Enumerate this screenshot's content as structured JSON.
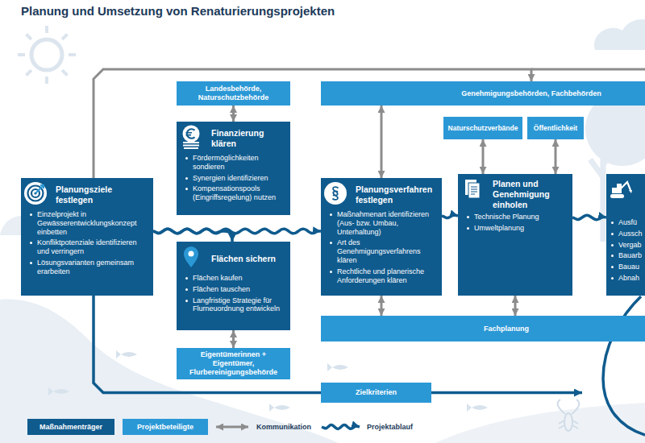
{
  "diagram": {
    "title": "Planung und Umsetzung von Renaturierungsprojekten",
    "nodes": [
      {
        "text": [
          "Landesbehörde, Naturschutzbehörde"
        ]
      },
      {
        "text": [
          "Genehmigungsbehörden, Fachbehörden"
        ]
      },
      {
        "text": [
          "Naturschutzverbände"
        ]
      },
      {
        "text": [
          "Öffentlichkeit"
        ]
      },
      {
        "text": [
          "Finanzierung klären",
          "Fördermöglichkeiten sondieren",
          "Synergien identifizieren",
          "Kompensationspools (Eingriffsregelung) nutzen"
        ]
      },
      {
        "text": [
          "Planungsziele festlegen",
          "Einzelprojekt in Gewässerentwicklungskonzept einbetten",
          "Konfliktpotenziale identifizieren und verringern",
          "Lösungsvarianten gemeinsam erarbeiten"
        ]
      },
      {
        "text": [
          "Planungsverfahren festlegen",
          "Maßnahmenart identifizieren (Aus- bzw. Umbau, Unterhaltung)",
          "Art des Genehmigungsverfahrens klären",
          "Rechtliche und planerische Anforderungen klären"
        ]
      },
      {
        "text": [
          "Planen und Genehmigung einholen",
          "Technische Planung",
          "Umweltplanung"
        ]
      },
      {
        "text": [
          "Ausfü",
          "Aussch",
          "Vergab",
          "Bauarb",
          "Bauau",
          "Abnah"
        ]
      },
      {
        "text": [
          "Flächen sichern",
          "Flächen kaufen",
          "Flächen tauschen",
          "Langfristige Strategie für Flurneuordnung entwickeln"
        ]
      },
      {
        "text": [
          "Fachplanung"
        ]
      },
      {
        "text": [
          "Eigentümerinnen + Eigentümer, Flurbereinigungsbehörde"
        ]
      },
      {
        "text": [
          "Zielkriterien"
        ]
      }
    ],
    "edges": [
      {
        "from": 0,
        "to": 4,
        "arrow": "both"
      },
      {
        "from": 1,
        "to": 6,
        "arrow": "both"
      },
      {
        "from": 2,
        "to": 7,
        "arrow": "both"
      },
      {
        "from": 3,
        "to": 7,
        "arrow": "both"
      },
      {
        "from": 5,
        "to": 1,
        "arrow": "to"
      },
      {
        "from": 5,
        "to": 6,
        "arrow": "to"
      },
      {
        "from": 5,
        "to": 9,
        "arrow": "to"
      },
      {
        "from": 6,
        "to": 7,
        "arrow": "to"
      },
      {
        "from": 7,
        "to": 8,
        "arrow": "to"
      },
      {
        "from": 9,
        "to": 11,
        "arrow": "both"
      },
      {
        "from": 6,
        "to": 10,
        "arrow": "both"
      },
      {
        "from": 7,
        "to": 10,
        "arrow": "both"
      },
      {
        "from": 5,
        "to": 12,
        "arrow": "none"
      }
    ],
    "legend": [
      {
        "text": "Maßnahmenträger",
        "color": "#0f5b8e"
      },
      {
        "text": "Projektbeteiligte",
        "color": "#2b98d6"
      },
      {
        "text": "Kommunikation"
      },
      {
        "text": "Projektablauf"
      }
    ]
  }
}
